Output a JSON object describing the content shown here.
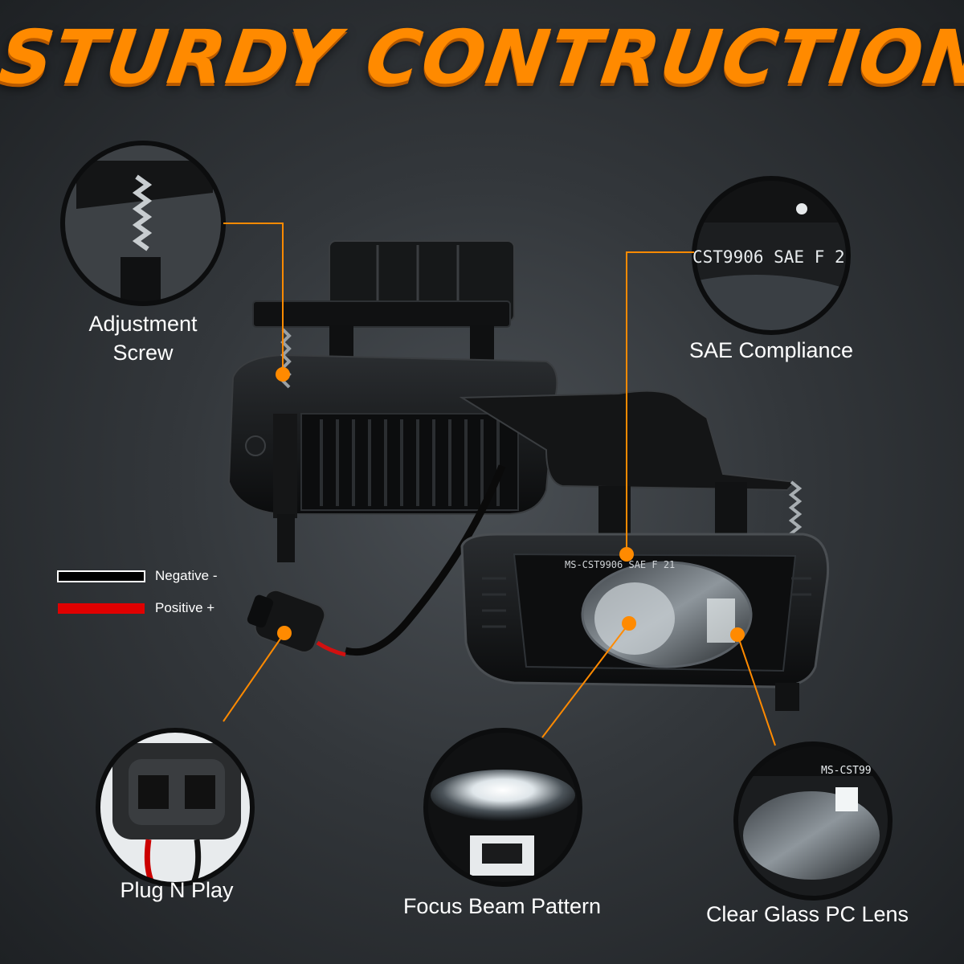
{
  "title": "STURDY CONTRUCTION",
  "callouts": {
    "adjustment_screw_line1": "Adjustment",
    "adjustment_screw_line2": "Screw",
    "sae_compliance": "SAE Compliance",
    "plug_n_play": "Plug N Play",
    "focus_beam_pattern": "Focus Beam Pattern",
    "clear_glass_pc_lens": "Clear Glass PC Lens"
  },
  "legend": {
    "negative": "Negative -",
    "positive": "Positive +"
  },
  "markings": {
    "sae_zoom_text": "CST9906 SAE F 2",
    "lens_text": "MS-CST9906 SAE F 21",
    "lens_zoom_text": "MS-CST99"
  },
  "colors": {
    "accent": "#ff8a00",
    "negative_wire": "#000000",
    "positive_wire": "#e00000",
    "text": "#ffffff"
  },
  "icons": [
    "adjustment-screw-zoom",
    "sae-marking-zoom",
    "plug-connector-zoom",
    "beam-pattern-zoom",
    "lens-zoom",
    "fog-light-assembly"
  ]
}
